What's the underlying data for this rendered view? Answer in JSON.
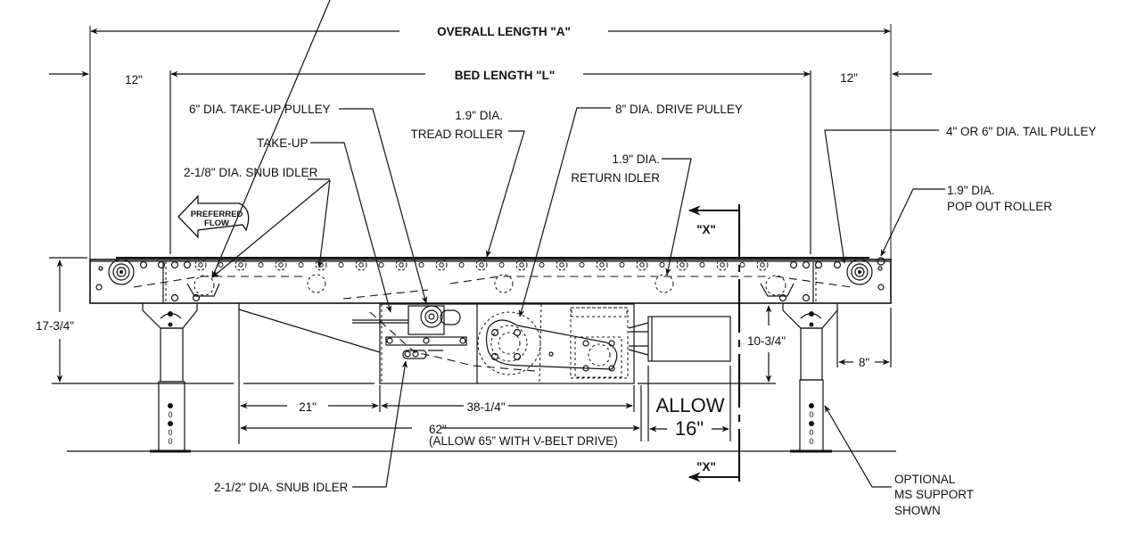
{
  "diagram": {
    "title": "Belt conveyor side elevation with center drive",
    "dimensions": {
      "overall_length": "OVERALL LENGTH \"A\"",
      "bed_length": "BED LENGTH \"L\"",
      "left_end": "12\"",
      "right_end": "12\"",
      "height": "17-3/4\"",
      "drive_clearance": "10-3/4\"",
      "leg_offset": "8\"",
      "drive_offset": "21\"",
      "drive_length": "38-1/4\"",
      "overall_drive": "62\"",
      "overall_drive_note": "(ALLOW 65” WITH V-BELT DRIVE)",
      "allow_label": "ALLOW",
      "allow_value": "16\""
    },
    "section_marks": {
      "top": "\"X\"",
      "bottom": "\"X\""
    },
    "flow_indicator": {
      "line1": "PREFERRED",
      "line2": "FLOW"
    },
    "callouts": {
      "take_up_pulley": "6\" DIA. TAKE-UP PULLEY",
      "take_up": "TAKE-UP",
      "snub_idler_small": "2-1/8\" DIA. SNUB IDLER",
      "tread_roller_1": "1.9\" DIA.",
      "tread_roller_2": "TREAD ROLLER",
      "drive_pulley": "8\" DIA. DRIVE PULLEY",
      "return_idler_1": "1.9\" DIA.",
      "return_idler_2": "RETURN IDLER",
      "tail_pulley": "4\" OR 6\" DIA. TAIL PULLEY",
      "pop_out_1": "1.9\" DIA.",
      "pop_out_2": "POP OUT ROLLER",
      "snub_idler_large": "2-1/2\" DIA. SNUB IDLER",
      "support_1": "OPTIONAL",
      "support_2": "MS SUPPORT",
      "support_3": "SHOWN"
    }
  }
}
